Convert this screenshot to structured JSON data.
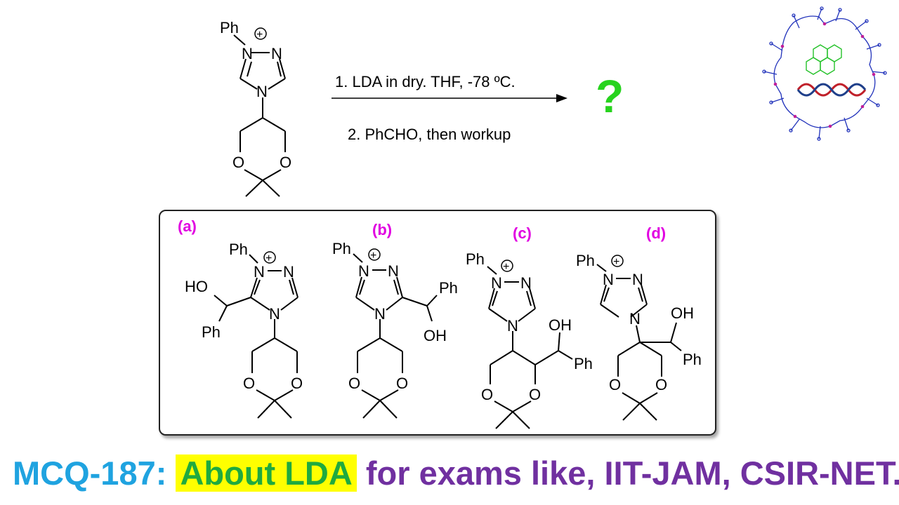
{
  "reaction": {
    "step1": "1. LDA in dry. THF, -78 ºC.",
    "step2": "2. PhCHO, then workup",
    "product": "?"
  },
  "atoms": {
    "ph": "Ph",
    "n": "N",
    "o": "O",
    "oh": "OH",
    "ho": "HO",
    "plus": "+"
  },
  "options": [
    {
      "label": "(a)"
    },
    {
      "label": "(b)"
    },
    {
      "label": "(c)"
    },
    {
      "label": "(d)"
    }
  ],
  "title": {
    "prefix": "MCQ-187: ",
    "highlight": "About LDA",
    "suffix": " for exams like, IIT-JAM, CSIR-NET."
  },
  "colors": {
    "option_label": "#e100e1",
    "question_mark": "#27d31e",
    "title_prefix": "#1fa3e0",
    "title_highlight_text": "#1faa3f",
    "title_highlight_bg": "#ffff00",
    "title_suffix": "#7030a0"
  },
  "logo_icons": [
    "cyclodextrin-icon",
    "pyrene-icon",
    "dna-helix-icon"
  ]
}
